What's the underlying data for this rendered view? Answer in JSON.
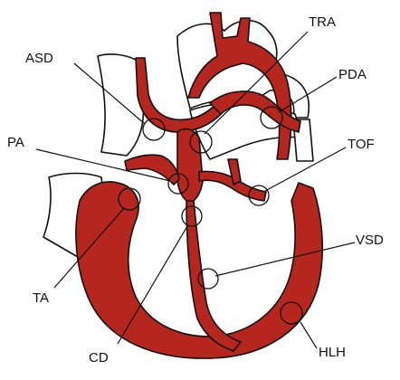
{
  "diagram": {
    "labels": {
      "asd": "ASD",
      "tra": "TRA",
      "pda": "PDA",
      "pa": "PA",
      "tof": "TOF",
      "vsd": "VSD",
      "ta": "TA",
      "hlh": "HLH",
      "cd": "CD"
    },
    "colors": {
      "vessel_red": "#b5261e",
      "outline": "#111111",
      "background": "#ffffff"
    }
  }
}
